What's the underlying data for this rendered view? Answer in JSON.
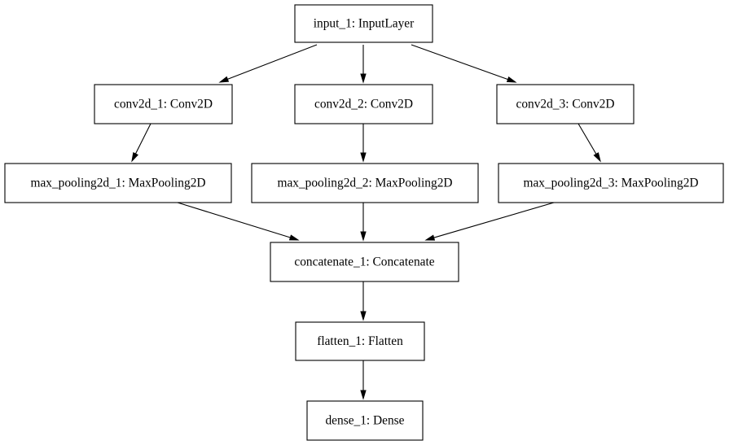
{
  "diagram": {
    "nodes": [
      {
        "id": "input_1",
        "label": "input_1: InputLayer"
      },
      {
        "id": "conv2d_1",
        "label": "conv2d_1: Conv2D"
      },
      {
        "id": "conv2d_2",
        "label": "conv2d_2: Conv2D"
      },
      {
        "id": "conv2d_3",
        "label": "conv2d_3: Conv2D"
      },
      {
        "id": "max_pooling2d_1",
        "label": "max_pooling2d_1: MaxPooling2D"
      },
      {
        "id": "max_pooling2d_2",
        "label": "max_pooling2d_2: MaxPooling2D"
      },
      {
        "id": "max_pooling2d_3",
        "label": "max_pooling2d_3: MaxPooling2D"
      },
      {
        "id": "concatenate_1",
        "label": "concatenate_1: Concatenate"
      },
      {
        "id": "flatten_1",
        "label": "flatten_1: Flatten"
      },
      {
        "id": "dense_1",
        "label": "dense_1: Dense"
      }
    ],
    "edges": [
      {
        "from": "input_1",
        "to": "conv2d_1"
      },
      {
        "from": "input_1",
        "to": "conv2d_2"
      },
      {
        "from": "input_1",
        "to": "conv2d_3"
      },
      {
        "from": "conv2d_1",
        "to": "max_pooling2d_1"
      },
      {
        "from": "conv2d_2",
        "to": "max_pooling2d_2"
      },
      {
        "from": "conv2d_3",
        "to": "max_pooling2d_3"
      },
      {
        "from": "max_pooling2d_1",
        "to": "concatenate_1"
      },
      {
        "from": "max_pooling2d_2",
        "to": "concatenate_1"
      },
      {
        "from": "max_pooling2d_3",
        "to": "concatenate_1"
      },
      {
        "from": "concatenate_1",
        "to": "flatten_1"
      },
      {
        "from": "flatten_1",
        "to": "dense_1"
      }
    ]
  }
}
